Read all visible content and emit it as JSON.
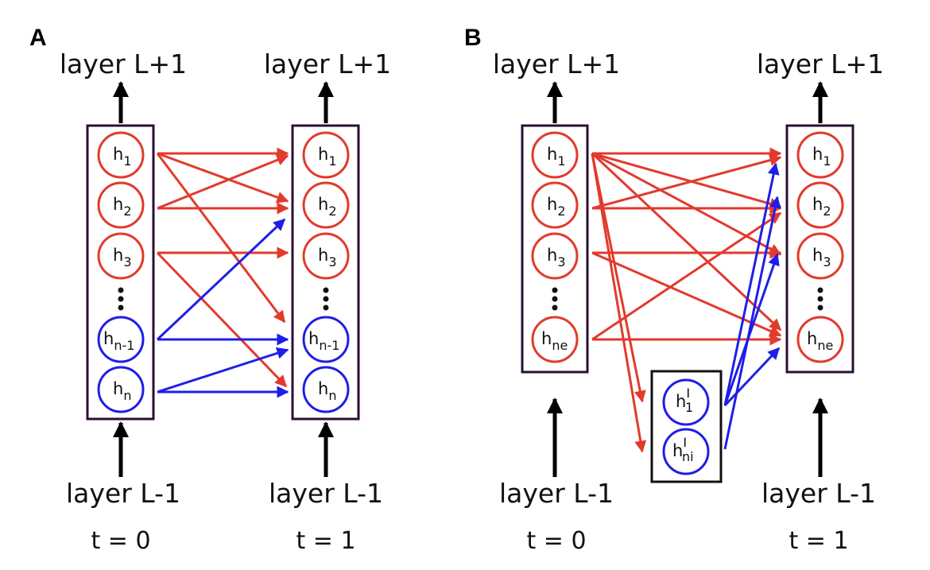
{
  "panels": [
    {
      "label": "A",
      "col0": {
        "top": "layer L+1",
        "bottom": "layer L-1",
        "time": "t = 0"
      },
      "col1": {
        "top": "layer L+1",
        "bottom": "layer L-1",
        "time": "t = 1"
      },
      "nodes": [
        {
          "base": "h",
          "sub": "1",
          "type": "excitatory"
        },
        {
          "base": "h",
          "sub": "2",
          "type": "excitatory"
        },
        {
          "base": "h",
          "sub": "3",
          "type": "excitatory"
        },
        {
          "base": "h",
          "sub": "n-1",
          "type": "inhibitory"
        },
        {
          "base": "h",
          "sub": "n",
          "type": "inhibitory"
        }
      ]
    },
    {
      "label": "B",
      "col0": {
        "top": "layer L+1",
        "bottom": "layer L-1",
        "time": "t = 0"
      },
      "col1": {
        "top": "layer L+1",
        "bottom": "layer L-1",
        "time": "t = 1"
      },
      "nodes": [
        {
          "base": "h",
          "sub": "1",
          "type": "excitatory"
        },
        {
          "base": "h",
          "sub": "2",
          "type": "excitatory"
        },
        {
          "base": "h",
          "sub": "3",
          "type": "excitatory"
        },
        {
          "base": "h",
          "sub": "ne",
          "type": "excitatory"
        }
      ],
      "inhibitory_nodes": [
        {
          "base": "h",
          "sup": "I",
          "sub": "1"
        },
        {
          "base": "h",
          "sup": "I",
          "sub": "ni"
        }
      ]
    }
  ],
  "ellipsis": "⋮",
  "colors": {
    "excitatory": "#e23a2c",
    "inhibitory": "#1e1ee8",
    "frame": "#2a0f33",
    "text": "#111111"
  }
}
